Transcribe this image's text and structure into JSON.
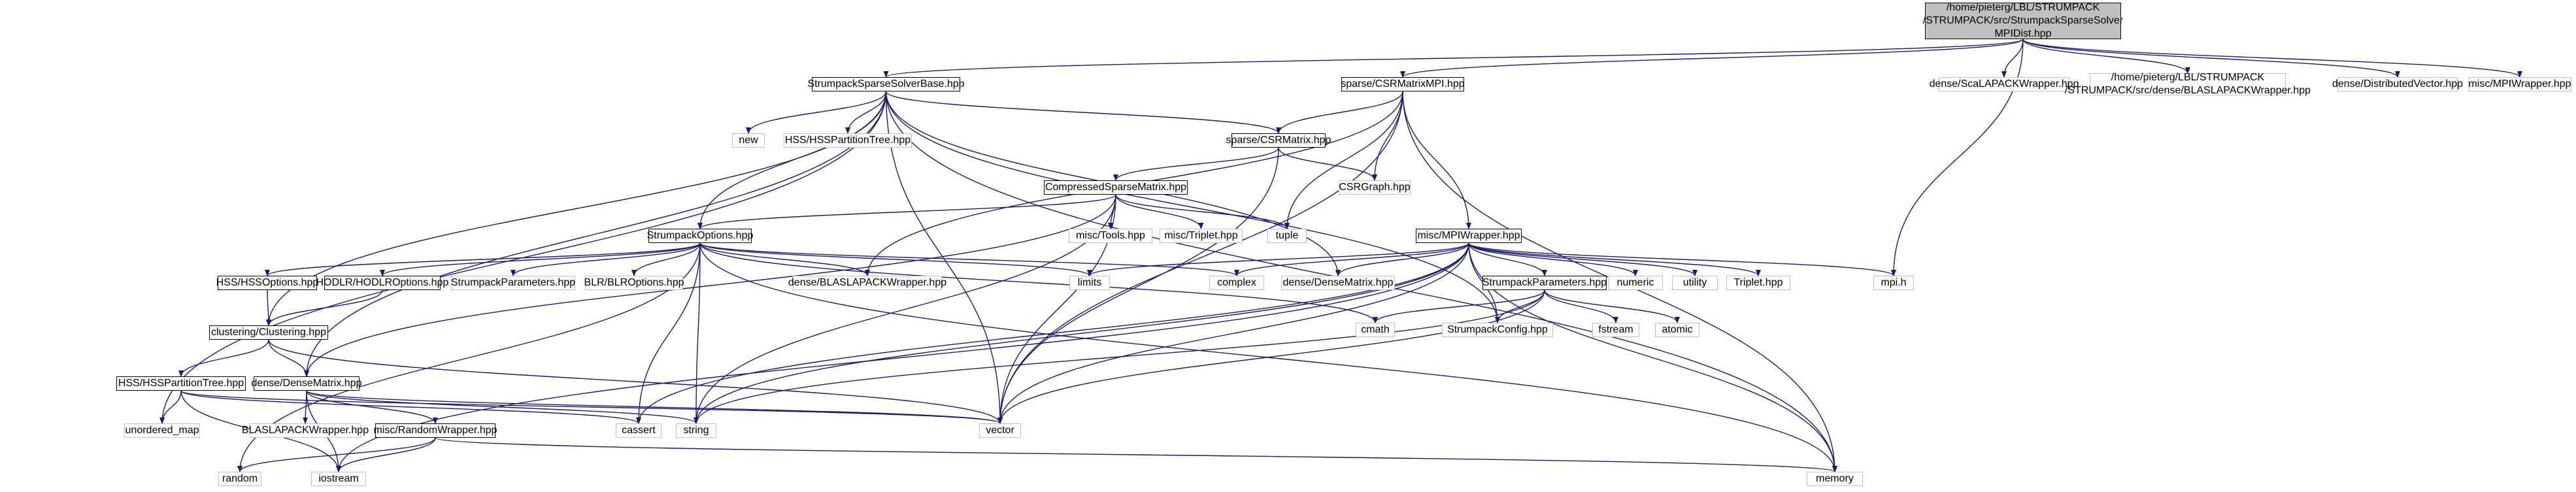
{
  "diagram": {
    "nodes": {
      "root": "/home/pieterg/LBL/STRUMPACK\n/STRUMPACK/src/StrumpackSparseSolver\nMPIDist.hpp",
      "sssbase": "StrumpackSparseSolverBase.hpp",
      "csrmpi": "sparse/CSRMatrixMPI.hpp",
      "scalapack": "dense/ScaLAPACKWrapper.hpp",
      "blaslapack_root": "/home/pieterg/LBL/STRUMPACK\n/STRUMPACK/src/dense/BLASLAPACKWrapper.hpp",
      "distvec": "dense/DistributedVector.hpp",
      "mpiwrap_top": "misc/MPIWrapper.hpp",
      "new": "new",
      "hsspt_top": "HSS/HSSPartitionTree.hpp",
      "csr": "sparse/CSRMatrix.hpp",
      "csrgraph": "CSRGraph.hpp",
      "compressed": "CompressedSparseMatrix.hpp",
      "tools": "misc/Tools.hpp",
      "triplet_misc": "misc/Triplet.hpp",
      "tuple": "tuple",
      "options": "StrumpackOptions.hpp",
      "mpiwrapper": "misc/MPIWrapper.hpp",
      "hssoptions": "HSS/HSSOptions.hpp",
      "hodlroptions": "HODLR/HODLROptions.hpp",
      "sparams_ext": "StrumpackParameters.hpp",
      "blroptions": "BLR/BLROptions.hpp",
      "blaslapack": "dense/BLASLAPACKWrapper.hpp",
      "limits": "limits",
      "complex": "complex",
      "densematrix_ext": "dense/DenseMatrix.hpp",
      "numeric": "numeric",
      "utility": "utility",
      "triplet": "Triplet.hpp",
      "mpih": "mpi.h",
      "sparams": "StrumpackParameters.hpp",
      "cmath": "cmath",
      "config": "StrumpackConfig.hpp",
      "fstream": "fstream",
      "atomic": "atomic",
      "clustering": "clustering/Clustering.hpp",
      "hsspt": "HSS/HSSPartitionTree.hpp",
      "densematrix": "dense/DenseMatrix.hpp",
      "unordered_map": "unordered_map",
      "blaslapack2": "BLASLAPACKWrapper.hpp",
      "randomwrapper": "misc/RandomWrapper.hpp",
      "cassert": "cassert",
      "string": "string",
      "vector": "vector",
      "random": "random",
      "iostream": "iostream",
      "memory": "memory"
    },
    "edge_color": "#191970",
    "node_fill_root": "#bfbfbf",
    "node_border": "#000000",
    "node_border_external": "#bfbfbf"
  }
}
